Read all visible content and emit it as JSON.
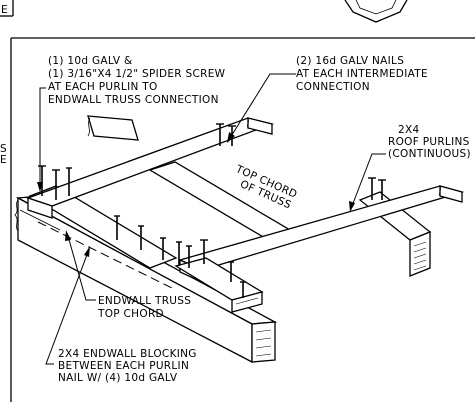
{
  "notes": {
    "top_left": [
      "(1) 10d GALV &",
      "(1) 3/16\"X4 1/2\" SPIDER SCREW",
      "AT EACH PURLIN TO",
      "ENDWALL TRUSS CONNECTION"
    ],
    "top_right": [
      "(2) 16d GALV NAILS",
      "AT EACH INTERMEDIATE",
      "CONNECTION"
    ],
    "purlins": [
      "2X4",
      "ROOF PURLINS",
      "(CONTINUOUS)"
    ],
    "top_chord": [
      "TOP CHORD",
      "OF TRUSS"
    ],
    "endwall_chord": [
      "ENDWALL TRUSS",
      "TOP CHORD"
    ],
    "blocking": [
      "2X4 ENDWALL BLOCKING",
      "BETWEEN EACH PURLIN",
      "NAIL W/ (4) 10d GALV"
    ],
    "left_margin": [
      "E",
      "S",
      "E"
    ]
  }
}
